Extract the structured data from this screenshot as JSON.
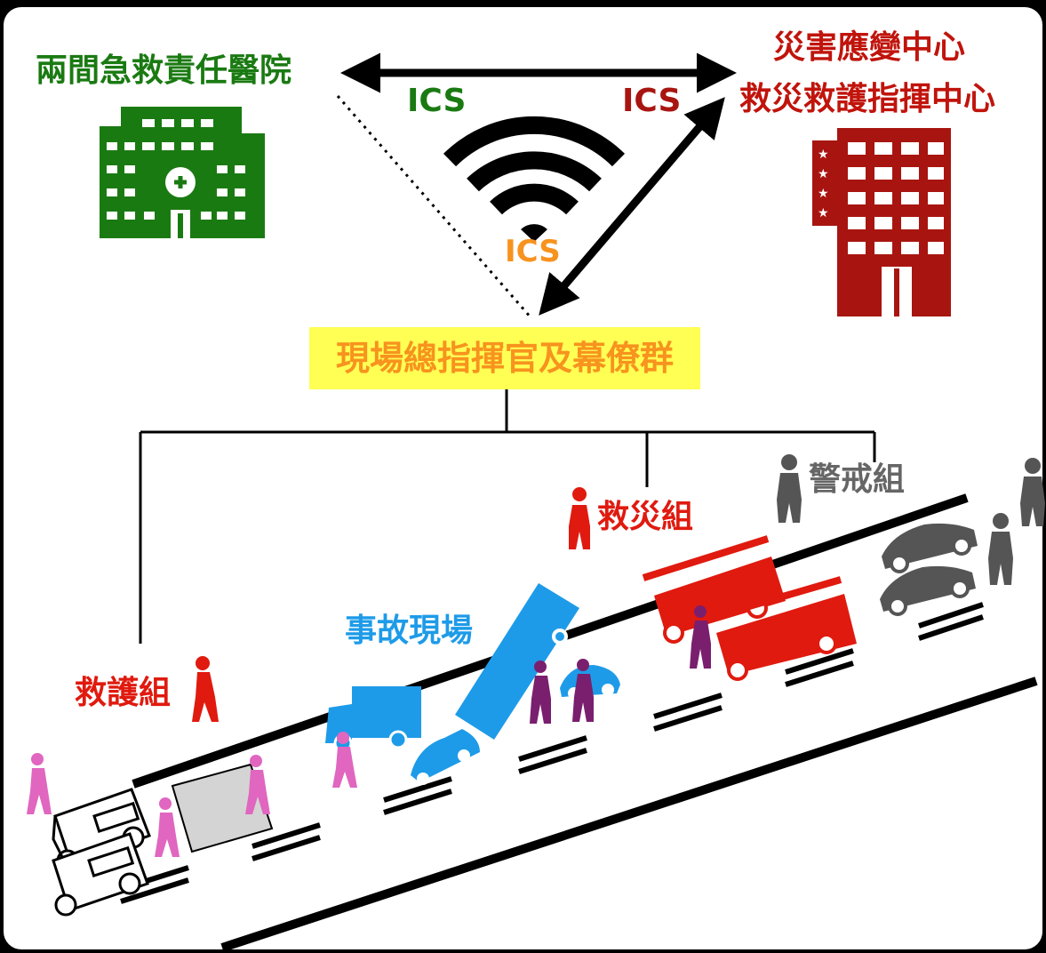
{
  "labels": {
    "hospital": "兩間急救責任醫院",
    "eoc_line1": "災害應變中心",
    "eoc_line2": "救災救護指揮中心",
    "ics": "ICS",
    "commander": "現場總指揮官及幕僚群",
    "accident_scene": "事故現場",
    "rescue_team": "救災組",
    "guard_team": "警戒組",
    "medical_team": "救護組"
  },
  "colors": {
    "hospital_green": "#1a7a12",
    "eoc_red": "#c0140c",
    "ics_orange": "#f7931e",
    "commander_bg": "#ffff54",
    "scene_blue": "#1e9be8",
    "team_red": "#e01a0f",
    "guard_gray": "#666666",
    "rescuer_purple": "#7a1f6e",
    "medic_pink": "#e066c0"
  }
}
